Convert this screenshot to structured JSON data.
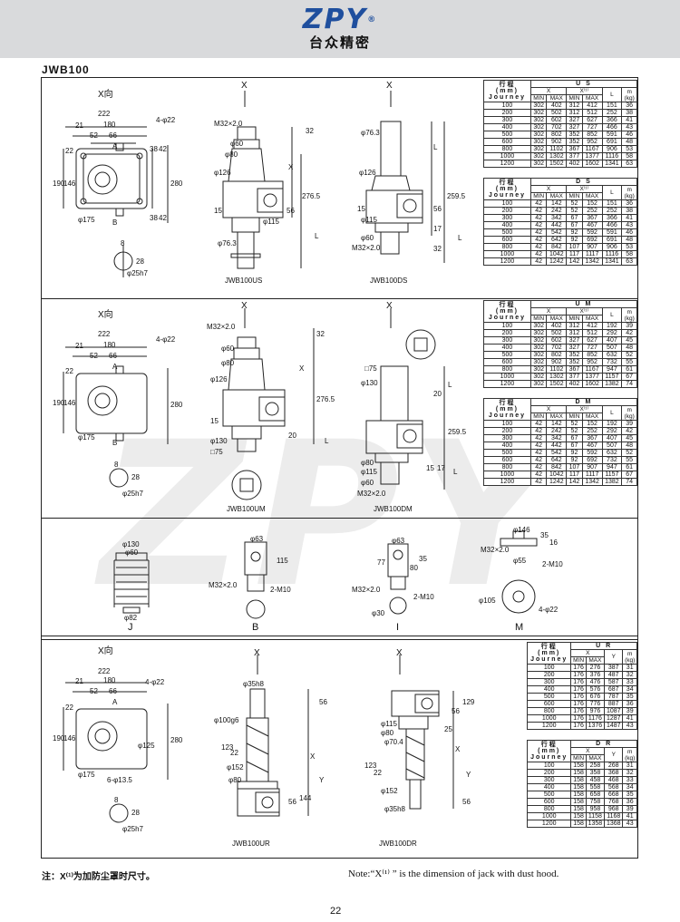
{
  "header": {
    "logo": "ZPY",
    "reg_mark": "®",
    "brand_cn": "台众精密"
  },
  "model": "JWB100",
  "watermark": "ZPY",
  "views": {
    "x_view": "X向",
    "x": "X"
  },
  "dims": {
    "top": [
      "222",
      "21",
      "180",
      "52",
      "66",
      "4-φ22",
      "A",
      "38",
      "42",
      "22",
      "190",
      "146",
      "280",
      "φ175",
      "B",
      "38",
      "42",
      "8",
      "28",
      "φ25h7"
    ],
    "us": [
      "M32×2.0",
      "32",
      "φ60",
      "φ80",
      "φ126",
      "X",
      "276.5",
      "15",
      "56",
      "φ115",
      "L",
      "φ76.3"
    ],
    "ds": [
      "φ76.3",
      "L",
      "φ126",
      "259.5",
      "15",
      "56",
      "φ115",
      "φ60",
      "M32×2.0",
      "17",
      "32",
      "L"
    ],
    "um": [
      "M32×2.0",
      "32",
      "φ60",
      "φ80",
      "φ126",
      "X",
      "276.5",
      "20",
      "15",
      "L",
      "φ130",
      "□75"
    ],
    "dm": [
      "□75",
      "φ130",
      "L",
      "20",
      "259.5",
      "φ80",
      "φ115",
      "φ60",
      "M32×2.0",
      "15",
      "17",
      "L"
    ],
    "acc": [
      "φ130",
      "φ60",
      "φ82",
      "φ63",
      "115",
      "M32×2.0",
      "2-M10",
      "φ63",
      "77",
      "80",
      "35",
      "M32×2.0",
      "2-M10",
      "φ30",
      "φ146",
      "M32×2.0",
      "35",
      "16",
      "φ55",
      "2-M10",
      "φ105",
      "4-φ22"
    ],
    "ur": [
      "φ35h8",
      "56",
      "φ100g6",
      "123",
      "22",
      "φ152",
      "φ80",
      "144",
      "56",
      "X",
      "Y",
      "6-φ13.5",
      "φ125"
    ],
    "dr": [
      "φ115",
      "φ80",
      "φ70.4",
      "129",
      "56",
      "25",
      "123",
      "22",
      "φ152",
      "φ35h8",
      "X",
      "Y",
      "56"
    ]
  },
  "figures": {
    "us": "JWB100US",
    "ds": "JWB100DS",
    "um": "JWB100UM",
    "dm": "JWB100DM",
    "ur": "JWB100UR",
    "dr": "JWB100DR",
    "acc": [
      "J",
      "B",
      "I",
      "M"
    ]
  },
  "table_headers": {
    "journey": "行程",
    "mm": "(mm)",
    "journey_en": "Journey",
    "x": "X",
    "x1": "X⁽¹⁾",
    "min": "MIN",
    "max": "MAX",
    "l": "L",
    "y": "Y",
    "m": "m",
    "kg": "(kg)"
  },
  "tables": {
    "us": {
      "caption": "U S",
      "rows": [
        [
          "100",
          "302",
          "402",
          "312",
          "412",
          "151",
          "36"
        ],
        [
          "200",
          "302",
          "502",
          "312",
          "512",
          "252",
          "38"
        ],
        [
          "300",
          "302",
          "602",
          "327",
          "627",
          "366",
          "41"
        ],
        [
          "400",
          "302",
          "702",
          "327",
          "727",
          "466",
          "43"
        ],
        [
          "500",
          "302",
          "802",
          "352",
          "852",
          "591",
          "46"
        ],
        [
          "600",
          "302",
          "902",
          "352",
          "952",
          "691",
          "48"
        ],
        [
          "800",
          "302",
          "1102",
          "367",
          "1167",
          "906",
          "53"
        ],
        [
          "1000",
          "302",
          "1302",
          "377",
          "1377",
          "1116",
          "58"
        ],
        [
          "1200",
          "302",
          "1502",
          "402",
          "1602",
          "1341",
          "63"
        ]
      ]
    },
    "ds": {
      "caption": "D S",
      "rows": [
        [
          "100",
          "42",
          "142",
          "52",
          "152",
          "151",
          "36"
        ],
        [
          "200",
          "42",
          "242",
          "52",
          "252",
          "252",
          "38"
        ],
        [
          "300",
          "42",
          "342",
          "67",
          "367",
          "366",
          "41"
        ],
        [
          "400",
          "42",
          "442",
          "67",
          "467",
          "466",
          "43"
        ],
        [
          "500",
          "42",
          "542",
          "92",
          "592",
          "591",
          "46"
        ],
        [
          "600",
          "42",
          "642",
          "92",
          "692",
          "691",
          "48"
        ],
        [
          "800",
          "42",
          "842",
          "107",
          "907",
          "906",
          "53"
        ],
        [
          "1000",
          "42",
          "1042",
          "117",
          "1117",
          "1116",
          "58"
        ],
        [
          "1200",
          "42",
          "1242",
          "142",
          "1342",
          "1341",
          "63"
        ]
      ]
    },
    "um": {
      "caption": "U M",
      "rows": [
        [
          "100",
          "302",
          "402",
          "312",
          "412",
          "192",
          "39"
        ],
        [
          "200",
          "302",
          "502",
          "312",
          "512",
          "292",
          "42"
        ],
        [
          "300",
          "302",
          "602",
          "327",
          "627",
          "407",
          "45"
        ],
        [
          "400",
          "302",
          "702",
          "327",
          "727",
          "507",
          "48"
        ],
        [
          "500",
          "302",
          "802",
          "352",
          "852",
          "632",
          "52"
        ],
        [
          "600",
          "302",
          "902",
          "352",
          "952",
          "732",
          "55"
        ],
        [
          "800",
          "302",
          "1102",
          "367",
          "1167",
          "947",
          "61"
        ],
        [
          "1000",
          "302",
          "1302",
          "377",
          "1377",
          "1157",
          "67"
        ],
        [
          "1200",
          "302",
          "1502",
          "402",
          "1602",
          "1382",
          "74"
        ]
      ]
    },
    "dm": {
      "caption": "D M",
      "rows": [
        [
          "100",
          "42",
          "142",
          "52",
          "152",
          "192",
          "39"
        ],
        [
          "200",
          "42",
          "242",
          "52",
          "252",
          "292",
          "42"
        ],
        [
          "300",
          "42",
          "342",
          "67",
          "367",
          "407",
          "45"
        ],
        [
          "400",
          "42",
          "442",
          "67",
          "467",
          "507",
          "48"
        ],
        [
          "500",
          "42",
          "542",
          "92",
          "592",
          "632",
          "52"
        ],
        [
          "600",
          "42",
          "642",
          "92",
          "692",
          "732",
          "55"
        ],
        [
          "800",
          "42",
          "842",
          "107",
          "907",
          "947",
          "61"
        ],
        [
          "1000",
          "42",
          "1042",
          "117",
          "1117",
          "1157",
          "67"
        ],
        [
          "1200",
          "42",
          "1242",
          "142",
          "1342",
          "1382",
          "74"
        ]
      ]
    },
    "ur": {
      "caption": "U R",
      "rows": [
        [
          "100",
          "176",
          "276",
          "387",
          "31"
        ],
        [
          "200",
          "176",
          "376",
          "487",
          "32"
        ],
        [
          "300",
          "176",
          "476",
          "587",
          "33"
        ],
        [
          "400",
          "176",
          "576",
          "687",
          "34"
        ],
        [
          "500",
          "176",
          "676",
          "787",
          "35"
        ],
        [
          "600",
          "176",
          "776",
          "887",
          "36"
        ],
        [
          "800",
          "176",
          "976",
          "1087",
          "39"
        ],
        [
          "1000",
          "176",
          "1176",
          "1287",
          "41"
        ],
        [
          "1200",
          "176",
          "1376",
          "1487",
          "43"
        ]
      ]
    },
    "dr": {
      "caption": "D R",
      "rows": [
        [
          "100",
          "158",
          "258",
          "268",
          "31"
        ],
        [
          "200",
          "158",
          "358",
          "368",
          "32"
        ],
        [
          "300",
          "158",
          "458",
          "468",
          "33"
        ],
        [
          "400",
          "158",
          "558",
          "568",
          "34"
        ],
        [
          "500",
          "158",
          "658",
          "668",
          "35"
        ],
        [
          "600",
          "158",
          "758",
          "768",
          "36"
        ],
        [
          "800",
          "158",
          "958",
          "968",
          "39"
        ],
        [
          "1000",
          "158",
          "1158",
          "1168",
          "41"
        ],
        [
          "1200",
          "158",
          "1358",
          "1368",
          "43"
        ]
      ]
    }
  },
  "notes": {
    "cn": "注：X⁽¹⁾为加防尘罩时尺寸。",
    "en": "Note:“X⁽¹⁾ ” is the dimension of jack with dust hood."
  },
  "page_number": "22"
}
